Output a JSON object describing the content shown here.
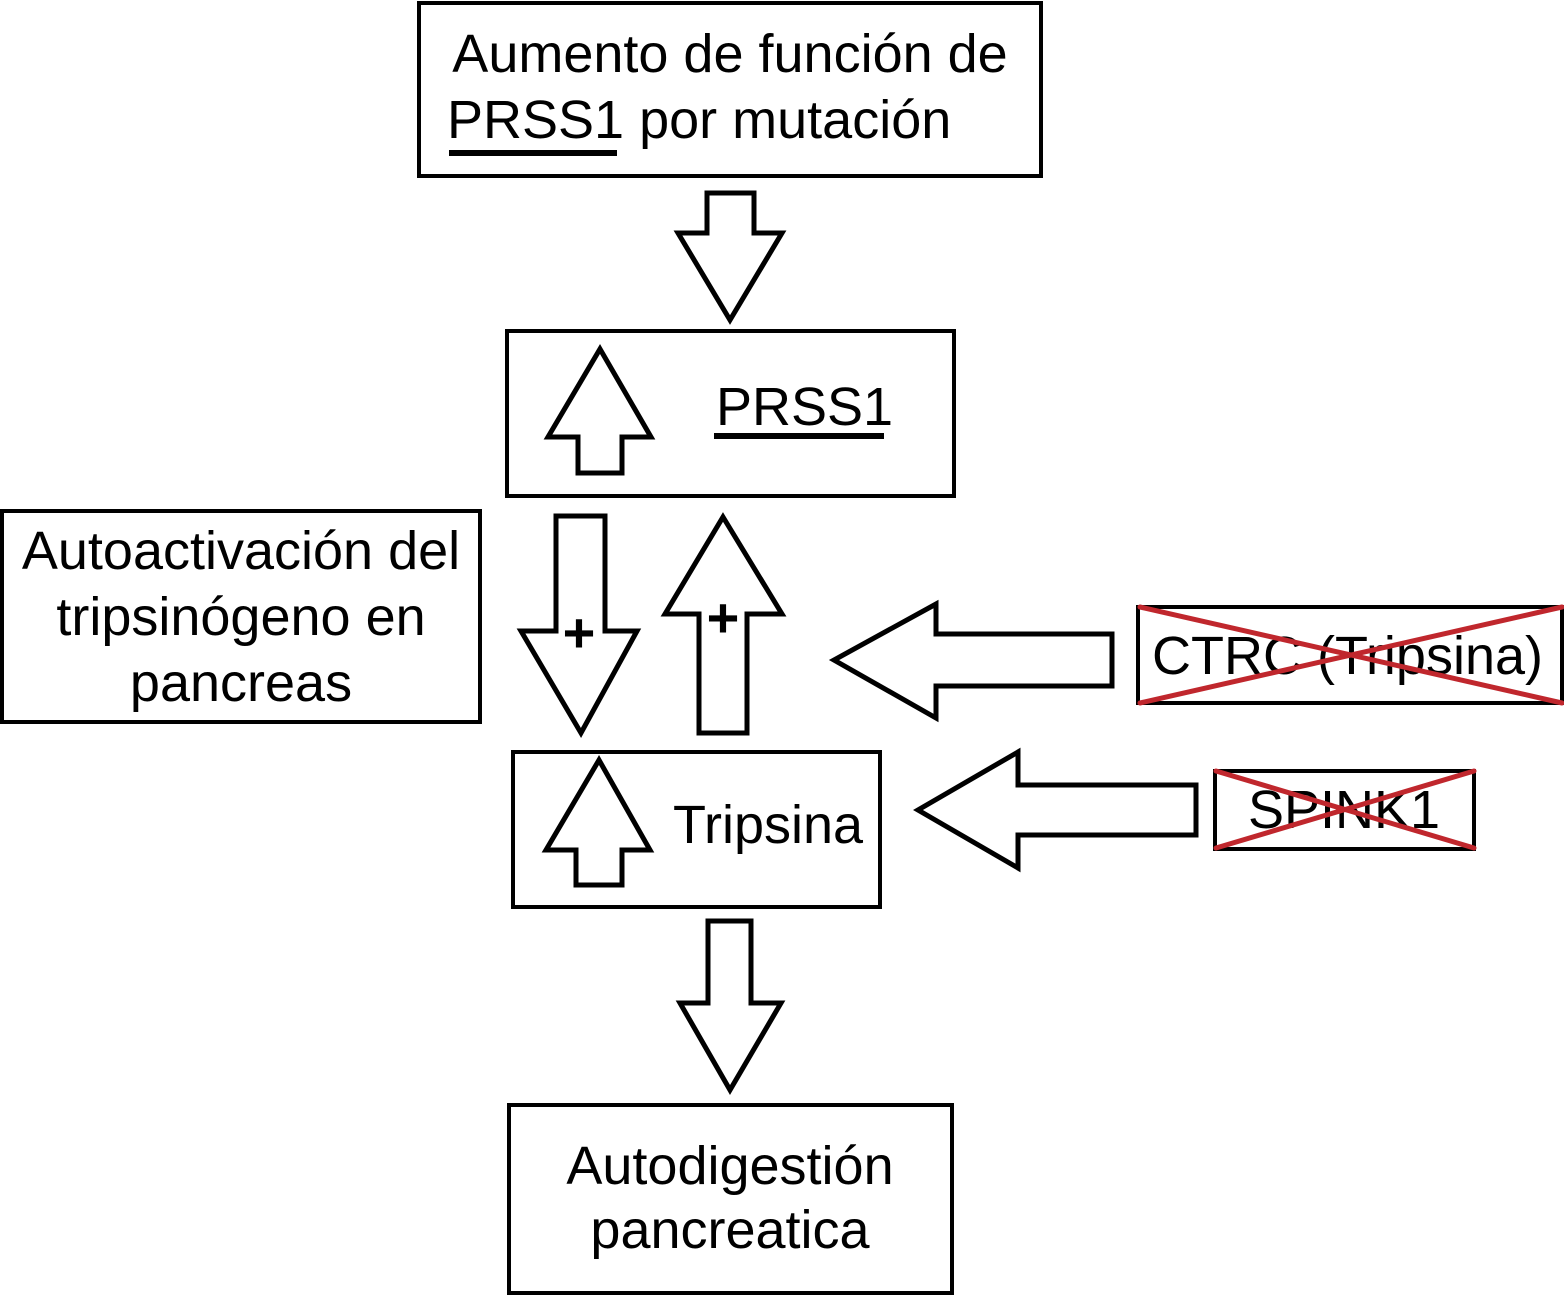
{
  "nodes": {
    "mutation": {
      "lines": [
        "Aumento de función de",
        "PRSS1",
        " por mutación"
      ]
    },
    "prss1": {
      "label": "PRSS1"
    },
    "autoactivation": {
      "lines": [
        "Autoactivación del",
        "tripsinógeno en",
        "pancreas"
      ]
    },
    "tripsina": {
      "label": "Tripsina"
    },
    "ctrc": {
      "label": "CTRC (Tripsina)",
      "crossed_out": true
    },
    "spink1": {
      "label": "SPINK1",
      "crossed_out": true
    },
    "autodigestion": {
      "lines": [
        "Autodigestión",
        "pancreatica"
      ]
    }
  },
  "signs": {
    "down_plus": "+",
    "up_plus": "+"
  },
  "colors": {
    "cross": "#c0272d"
  }
}
